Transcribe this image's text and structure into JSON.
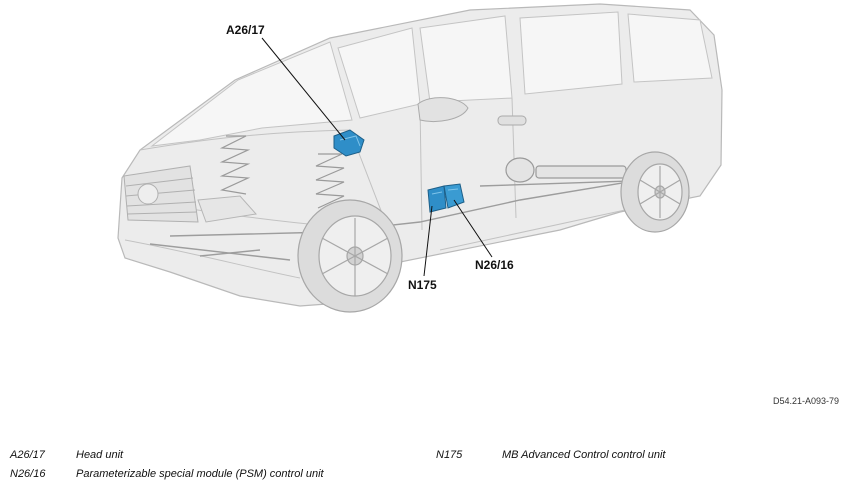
{
  "callouts": {
    "head_unit": "A26/17",
    "psm": "N26/16",
    "mbac": "N175"
  },
  "reference_code": "D54.21-A093-79",
  "legend": {
    "left": [
      {
        "code": "A26/17",
        "description": "Head unit"
      },
      {
        "code": "N26/16",
        "description": "Parameterizable special module (PSM) control unit"
      }
    ],
    "right": [
      {
        "code": "N175",
        "description": "MB Advanced Control control unit"
      }
    ]
  },
  "colors": {
    "highlight": "#2f8ec8",
    "body_line": "#b9b9b9",
    "body_fill": "#ececec"
  }
}
